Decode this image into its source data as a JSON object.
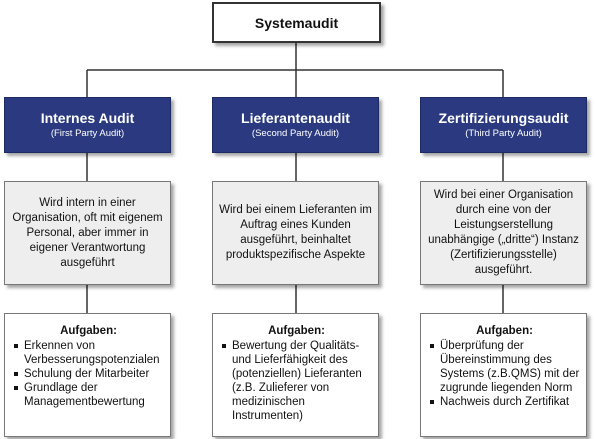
{
  "root": {
    "title": "Systemaudit"
  },
  "columns": [
    {
      "title": "Internes Audit",
      "subtitle": "(First Party Audit)",
      "description": "Wird intern in einer Organisation, oft mit eigenem Personal, aber immer in eigener Verantwortung ausgeführt",
      "tasks_title": "Aufgaben:",
      "tasks": [
        "Erkennen von Verbesserungspotenzialen",
        "Schulung der Mitarbeiter",
        "Grundlage der Managementbewertung"
      ]
    },
    {
      "title": "Lieferantenaudit",
      "subtitle": "(Second Party Audit)",
      "description": "Wird bei einem Lieferanten im Auftrag eines Kunden ausgeführt, beinhaltet produktspezifische Aspekte",
      "tasks_title": "Aufgaben:",
      "tasks": [
        "Bewertung der Qualitäts- und Lieferfähigkeit des (potenziellen) Lieferanten (z.B. Zulieferer von medizinischen Instrumenten)"
      ]
    },
    {
      "title": "Zertifizierungsaudit",
      "subtitle": "(Third Party Audit)",
      "description": "Wird bei einer Organisation durch eine von der Leistungserstellung unabhängige („dritte“) Instanz (Zertifizierungsstelle) ausgeführt.",
      "tasks_title": "Aufgaben:",
      "tasks": [
        "Überprüfung der Übereinstimmung des Systems (z.B.QMS) mit der zugrunde liegenden Norm",
        "Nachweis durch Zertifikat"
      ]
    }
  ]
}
